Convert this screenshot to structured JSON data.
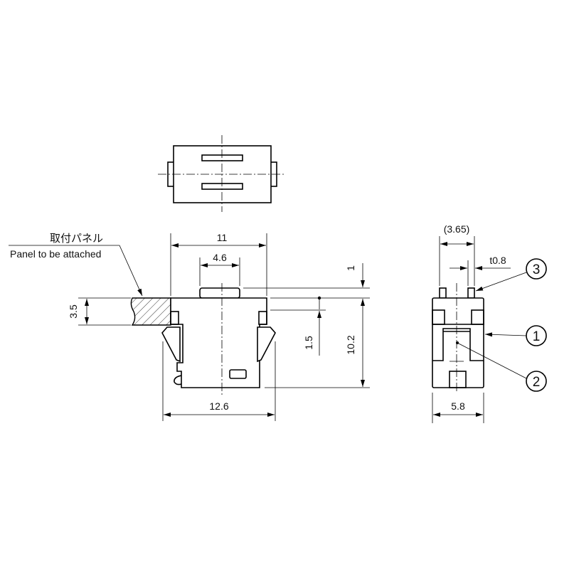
{
  "panel_label": {
    "japanese": "取付パネル",
    "english": "Panel to be attached"
  },
  "dimensions": {
    "front_width": "11",
    "button_width": "4.6",
    "overall_width": "12.6",
    "panel_thickness": "3.5",
    "button_height": "1",
    "latch_offset": "1.5",
    "height": "10.2",
    "pin_pitch": "(3.65)",
    "pin_thickness": "t0.8",
    "side_width": "5.8"
  },
  "callouts": [
    "1",
    "2",
    "3"
  ]
}
